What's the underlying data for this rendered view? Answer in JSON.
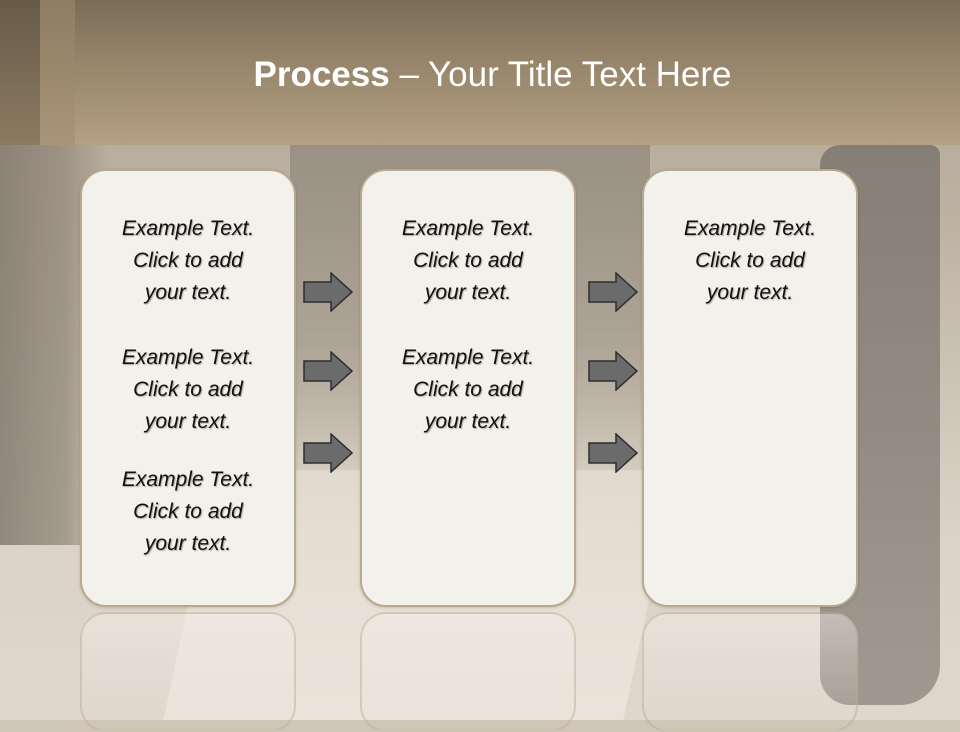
{
  "title": {
    "bold": "Process",
    "rest": " – Your Title Text Here"
  },
  "columns": [
    {
      "items": [
        {
          "line1": "Example Text.",
          "line2": "Click  to add",
          "line3": "your text."
        },
        {
          "line1": "Example Text.",
          "line2": "Click  to add",
          "line3": "your text."
        },
        {
          "line1": "Example Text.",
          "line2": "Click  to add",
          "line3": "your text."
        }
      ]
    },
    {
      "items": [
        {
          "line1": "Example Text.",
          "line2": "Click  to add",
          "line3": "your text."
        },
        {
          "line1": "Example Text.",
          "line2": "Click  to add",
          "line3": "your text."
        }
      ]
    },
    {
      "items": [
        {
          "line1": "Example Text.",
          "line2": "Click  to add",
          "line3": "your text."
        }
      ]
    }
  ],
  "colors": {
    "arrow_fill": "#6b6b6b",
    "arrow_stroke": "#2e2e2e",
    "box_border": "#b7a98f",
    "box_fill": "#f3f1ec"
  },
  "icons": {
    "arrows": "right-arrow-icon"
  }
}
